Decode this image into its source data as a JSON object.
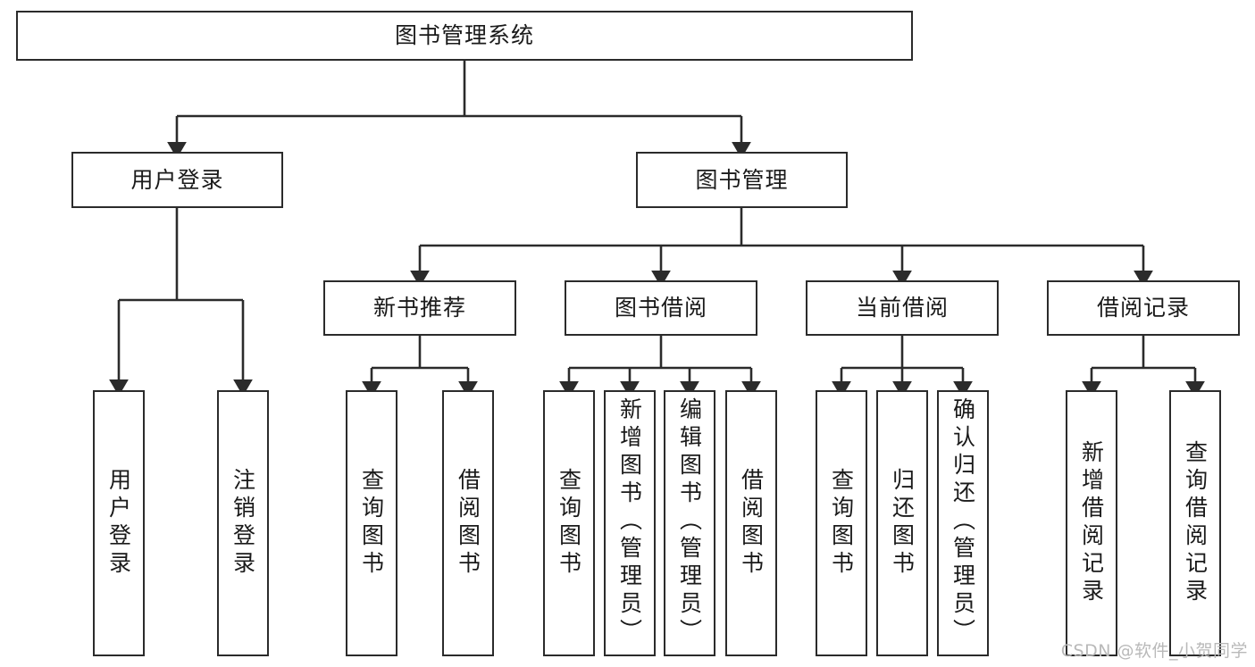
{
  "diagram": {
    "type": "tree-hierarchy-diagram",
    "title": "图书管理系统",
    "watermark": "CSDN @软件_小贺同学",
    "colors": {
      "stroke": "#2b2b2b",
      "fill": "#ffffff",
      "text": "#1a1a1a",
      "watermark": "#b9b9b9"
    },
    "nodes": {
      "root": {
        "label": "图书管理系统",
        "orientation": "horizontal"
      },
      "level2": [
        {
          "id": "user-login",
          "label": "用户登录",
          "orientation": "horizontal"
        },
        {
          "id": "book-management",
          "label": "图书管理",
          "orientation": "horizontal"
        }
      ],
      "level3": [
        {
          "id": "new-book-recommend",
          "label": "新书推荐",
          "orientation": "horizontal"
        },
        {
          "id": "book-borrow",
          "label": "图书借阅",
          "orientation": "horizontal"
        },
        {
          "id": "current-borrow",
          "label": "当前借阅",
          "orientation": "horizontal"
        },
        {
          "id": "borrow-record",
          "label": "借阅记录",
          "orientation": "horizontal"
        }
      ],
      "leaves": [
        {
          "id": "leaf-user-login",
          "label": "用户登录",
          "parent": "user-login",
          "orientation": "vertical"
        },
        {
          "id": "leaf-logout-login",
          "label": "注销登录",
          "parent": "user-login",
          "orientation": "vertical"
        },
        {
          "id": "leaf-query-book-1",
          "label": "查询图书",
          "parent": "new-book-recommend",
          "orientation": "vertical"
        },
        {
          "id": "leaf-borrow-book-1",
          "label": "借阅图书",
          "parent": "new-book-recommend",
          "orientation": "vertical"
        },
        {
          "id": "leaf-query-book-2",
          "label": "查询图书",
          "parent": "book-borrow",
          "orientation": "vertical"
        },
        {
          "id": "leaf-add-book",
          "label": "新增图书（管理员）",
          "parent": "book-borrow",
          "orientation": "vertical"
        },
        {
          "id": "leaf-edit-book",
          "label": "编辑图书（管理员）",
          "parent": "book-borrow",
          "orientation": "vertical"
        },
        {
          "id": "leaf-borrow-book-2",
          "label": "借阅图书",
          "parent": "book-borrow",
          "orientation": "vertical"
        },
        {
          "id": "leaf-query-book-3",
          "label": "查询图书",
          "parent": "current-borrow",
          "orientation": "vertical"
        },
        {
          "id": "leaf-return-book",
          "label": "归还图书",
          "parent": "current-borrow",
          "orientation": "vertical"
        },
        {
          "id": "leaf-confirm-return",
          "label": "确认归还（管理员）",
          "parent": "current-borrow",
          "orientation": "vertical"
        },
        {
          "id": "leaf-add-record",
          "label": "新增借阅记录",
          "parent": "borrow-record",
          "orientation": "vertical"
        },
        {
          "id": "leaf-query-record",
          "label": "查询借阅记录",
          "parent": "borrow-record",
          "orientation": "vertical"
        }
      ]
    }
  }
}
